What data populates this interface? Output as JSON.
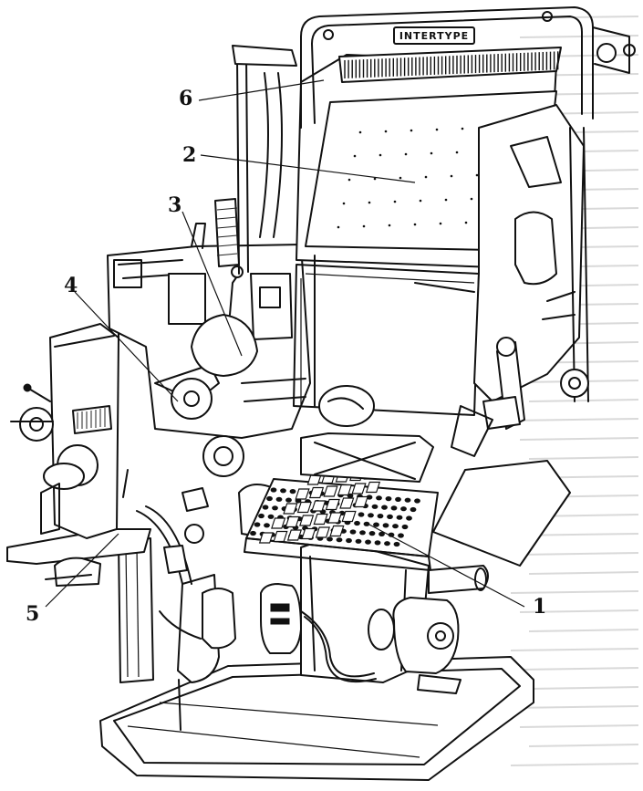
{
  "nameplate": "INTERTYPE",
  "callouts": [
    {
      "id": "1",
      "label": "1"
    },
    {
      "id": "2",
      "label": "2"
    },
    {
      "id": "3",
      "label": "3"
    },
    {
      "id": "4",
      "label": "4"
    },
    {
      "id": "5",
      "label": "5"
    },
    {
      "id": "6",
      "label": "6"
    }
  ],
  "colors": {
    "ink": "#111111",
    "paper": "#ffffff",
    "bleed_through": "#d9d9d9"
  }
}
